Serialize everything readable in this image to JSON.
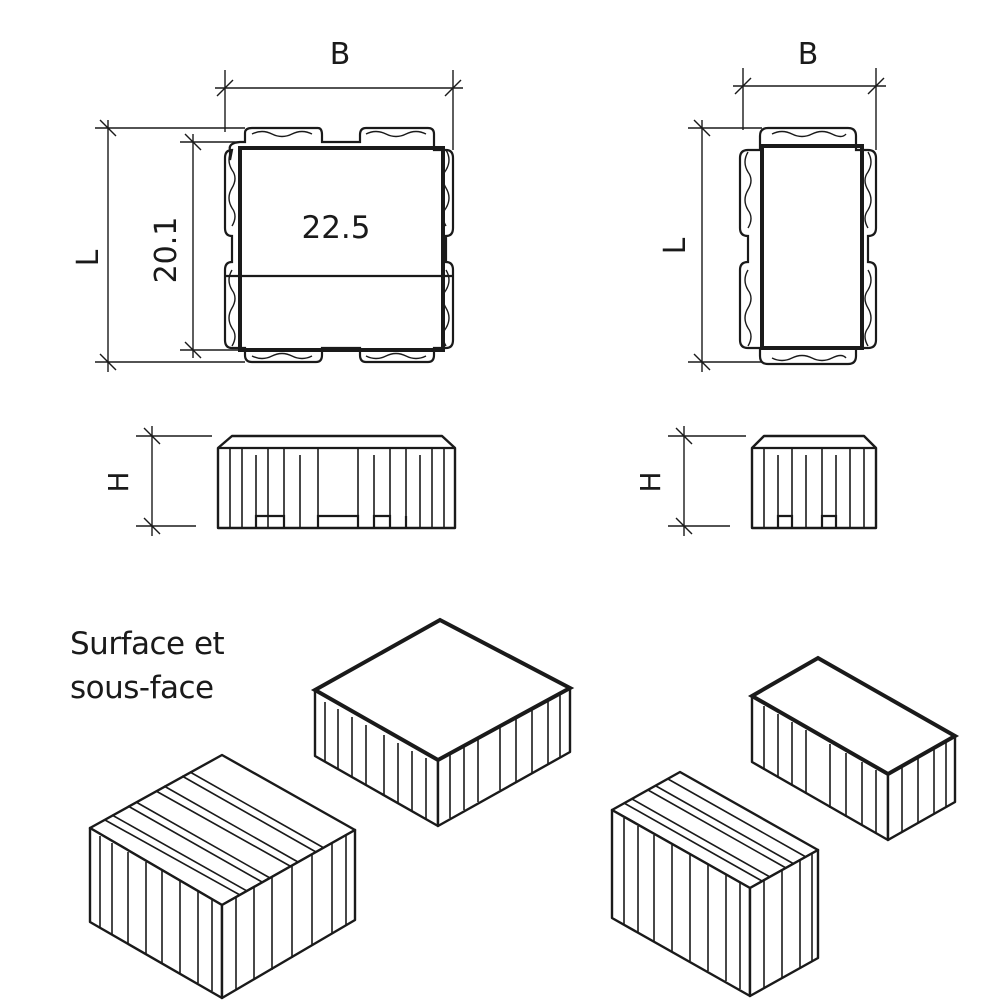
{
  "labels": {
    "width_large": "B",
    "length_large": "L",
    "inner_width": "22.5",
    "inner_length": "20.1",
    "height_large": "H",
    "width_small": "B",
    "length_small": "L",
    "height_small": "H"
  },
  "caption": {
    "line1": "Surface et",
    "line2": "sous-face"
  },
  "colors": {
    "ink": "#1a1a1a",
    "paper": "#ffffff"
  }
}
